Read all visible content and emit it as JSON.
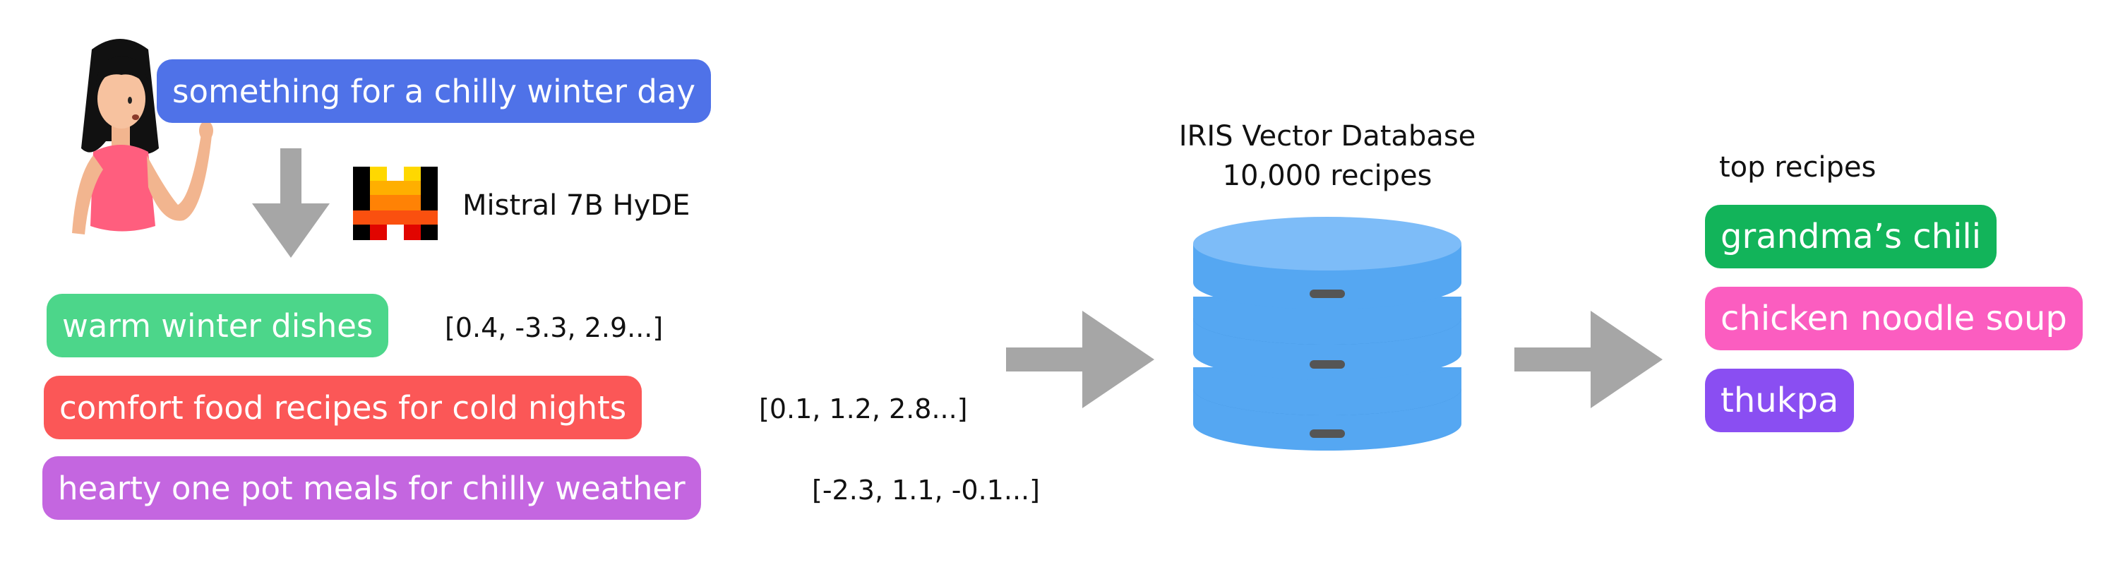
{
  "query": {
    "text": "something for a chilly winter day",
    "color": "#4F72E8"
  },
  "model": {
    "label": "Mistral 7B HyDE"
  },
  "hypotheticals": [
    {
      "text": "warm winter dishes",
      "vector": "[0.4, -3.3, 2.9...]",
      "color": "#4CD68A"
    },
    {
      "text": "comfort food recipes for cold nights",
      "vector": "[0.1, 1.2, 2.8...]",
      "color": "#FB5757"
    },
    {
      "text": "hearty one pot meals for chilly weather",
      "vector": "[-2.3, 1.1, -0.1...]",
      "color": "#C466E0"
    }
  ],
  "database": {
    "line1": "IRIS Vector Database",
    "line2": "10,000 recipes",
    "color": "#55A7F2"
  },
  "results": {
    "heading": "top recipes",
    "items": [
      {
        "text": "grandma’s chili",
        "color": "#12B45A"
      },
      {
        "text": "chicken noodle soup",
        "color": "#FB5DC0"
      },
      {
        "text": "thukpa",
        "color": "#8A4EF2"
      }
    ]
  },
  "colors": {
    "arrow": "#A6A6A6"
  }
}
